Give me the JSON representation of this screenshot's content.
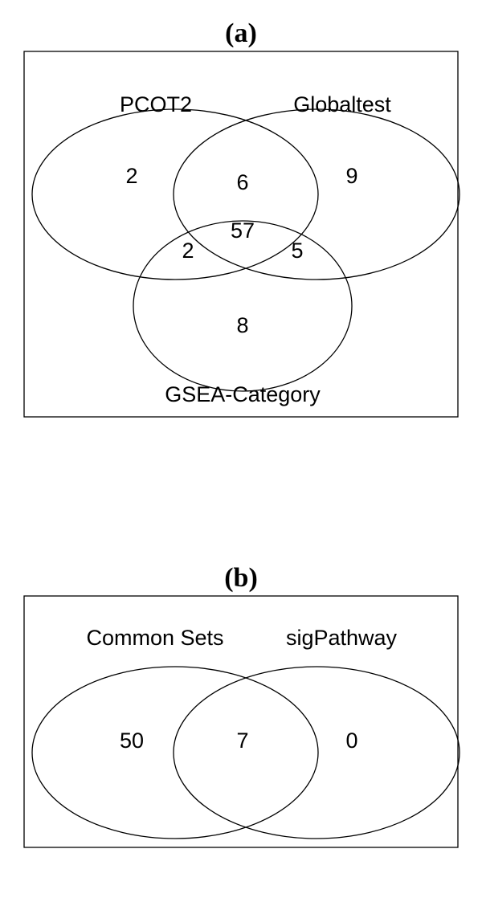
{
  "panel_a": {
    "title": "(a)",
    "sets": {
      "pcot2": "PCOT2",
      "globaltest": "Globaltest",
      "gsea": "GSEA-Category"
    },
    "counts": {
      "pcot2_only": "2",
      "globaltest_only": "9",
      "gsea_only": "8",
      "pcot2_globaltest": "6",
      "pcot2_gsea": "2",
      "globaltest_gsea": "5",
      "all_three": "57"
    }
  },
  "panel_b": {
    "title": "(b)",
    "sets": {
      "common_sets": "Common Sets",
      "sigpathway": "sigPathway"
    },
    "counts": {
      "common_only": "50",
      "intersection": "7",
      "sigpathway_only": "0"
    }
  }
}
